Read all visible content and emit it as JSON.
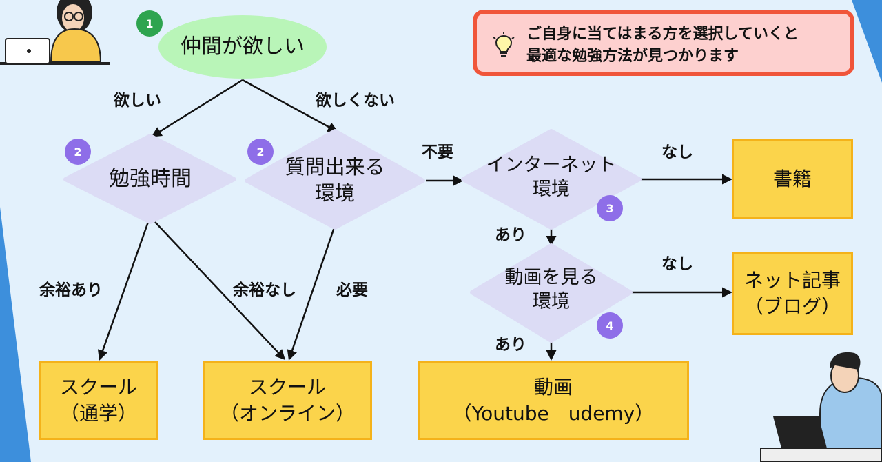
{
  "nodes": {
    "start": {
      "badge": "1",
      "label": "仲間が欲しい"
    },
    "study_time": {
      "badge": "2",
      "label": "勉強時間"
    },
    "question_env": {
      "badge": "2",
      "line1": "質問出来る",
      "line2": "環境"
    },
    "internet_env": {
      "badge": "3",
      "line1": "インターネット",
      "line2": "環境"
    },
    "video_env": {
      "badge": "4",
      "line1": "動画を見る",
      "line2": "環境"
    }
  },
  "edges": {
    "want": "欲しい",
    "not_want": "欲しくない",
    "unnecessary": "不要",
    "necessary": "必要",
    "time_ok": "余裕あり",
    "time_none": "余裕なし",
    "internet_none": "なし",
    "internet_yes": "あり",
    "video_none": "なし",
    "video_yes": "あり"
  },
  "results": {
    "school_commute": {
      "line1": "スクール",
      "line2": "（通学）"
    },
    "school_online": {
      "line1": "スクール",
      "line2": "（オンライン）"
    },
    "video": {
      "line1": "動画",
      "line2": "（Youtube　udemy）"
    },
    "books": {
      "line1": "書籍"
    },
    "net_articles": {
      "line1": "ネット記事",
      "line2": "（ブログ）"
    }
  },
  "callout": {
    "line1": "ご自身に当てはまる方を選択していくと",
    "line2": "最適な勉強方法が見つかります",
    "icon": "lightbulb-icon"
  },
  "colors": {
    "background": "#e3f1fc",
    "start_node": "#b9f5b8",
    "decision_node": "#dcdcf5",
    "result_fill": "#fbd44b",
    "result_border": "#f4b21a",
    "badge_green": "#2ea44f",
    "badge_purple": "#8e6ee8",
    "callout_border": "#f0553a",
    "callout_fill": "#fdd0cf"
  }
}
